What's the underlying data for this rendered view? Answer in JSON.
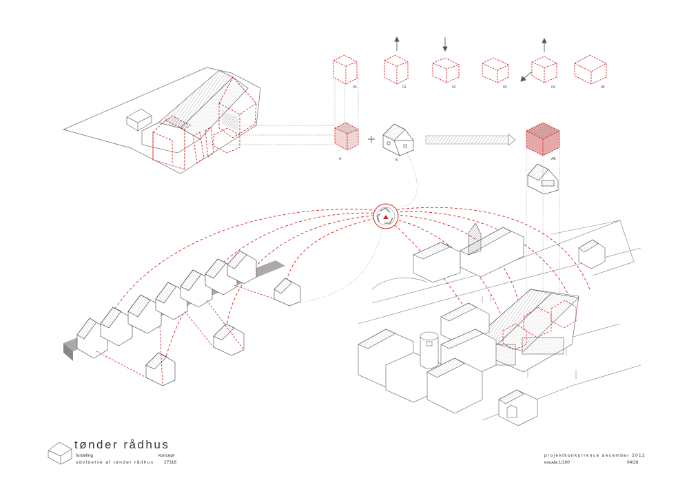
{
  "title_block": {
    "title": "tønder rådhus",
    "line_1_left": "fordeling",
    "line_1_right": "koncept",
    "line_2_left": "udvidelse af tønder rådhus",
    "line_2_right": "27316"
  },
  "right_block": {
    "line_1": "projektkonkurrence december 2012",
    "line_2_left": "escala:1/100",
    "line_2_right": "04/28"
  },
  "labels": {
    "a": "A",
    "b": "B",
    "ab": "AB",
    "seq_00": "00",
    "seq_01": "01",
    "seq_02": "02",
    "seq_03": "03",
    "seq_04": "04",
    "seq_05": "05"
  },
  "colors": {
    "accent": "#d42020",
    "line": "#555555",
    "light_line": "#9a9a9a"
  }
}
